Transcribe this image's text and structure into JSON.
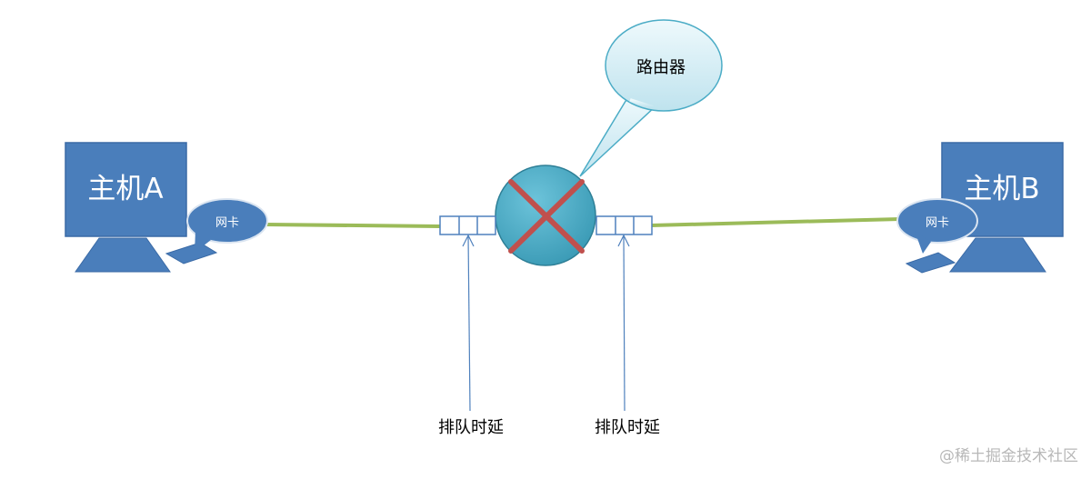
{
  "host_a": {
    "label": "主机A",
    "nic_label": "网卡"
  },
  "host_b": {
    "label": "主机B",
    "nic_label": "网卡"
  },
  "router": {
    "callout_label": "路由器"
  },
  "queues": [
    {
      "label": "排队时延"
    },
    {
      "label": "排队时延"
    }
  ],
  "watermark": "@稀土掘金技术社区",
  "colors": {
    "monitor_fill": "#4a7ebb",
    "monitor_stroke": "#3a6aa6",
    "link_green": "#9bbb59",
    "router_fill": "#4bacc6",
    "router_cross": "#c0504d",
    "callout_fill": "#d5eef5",
    "callout_stroke": "#4bacc6",
    "buffer_stroke": "#4f81bd",
    "arrow_line": "#4f81bd"
  }
}
